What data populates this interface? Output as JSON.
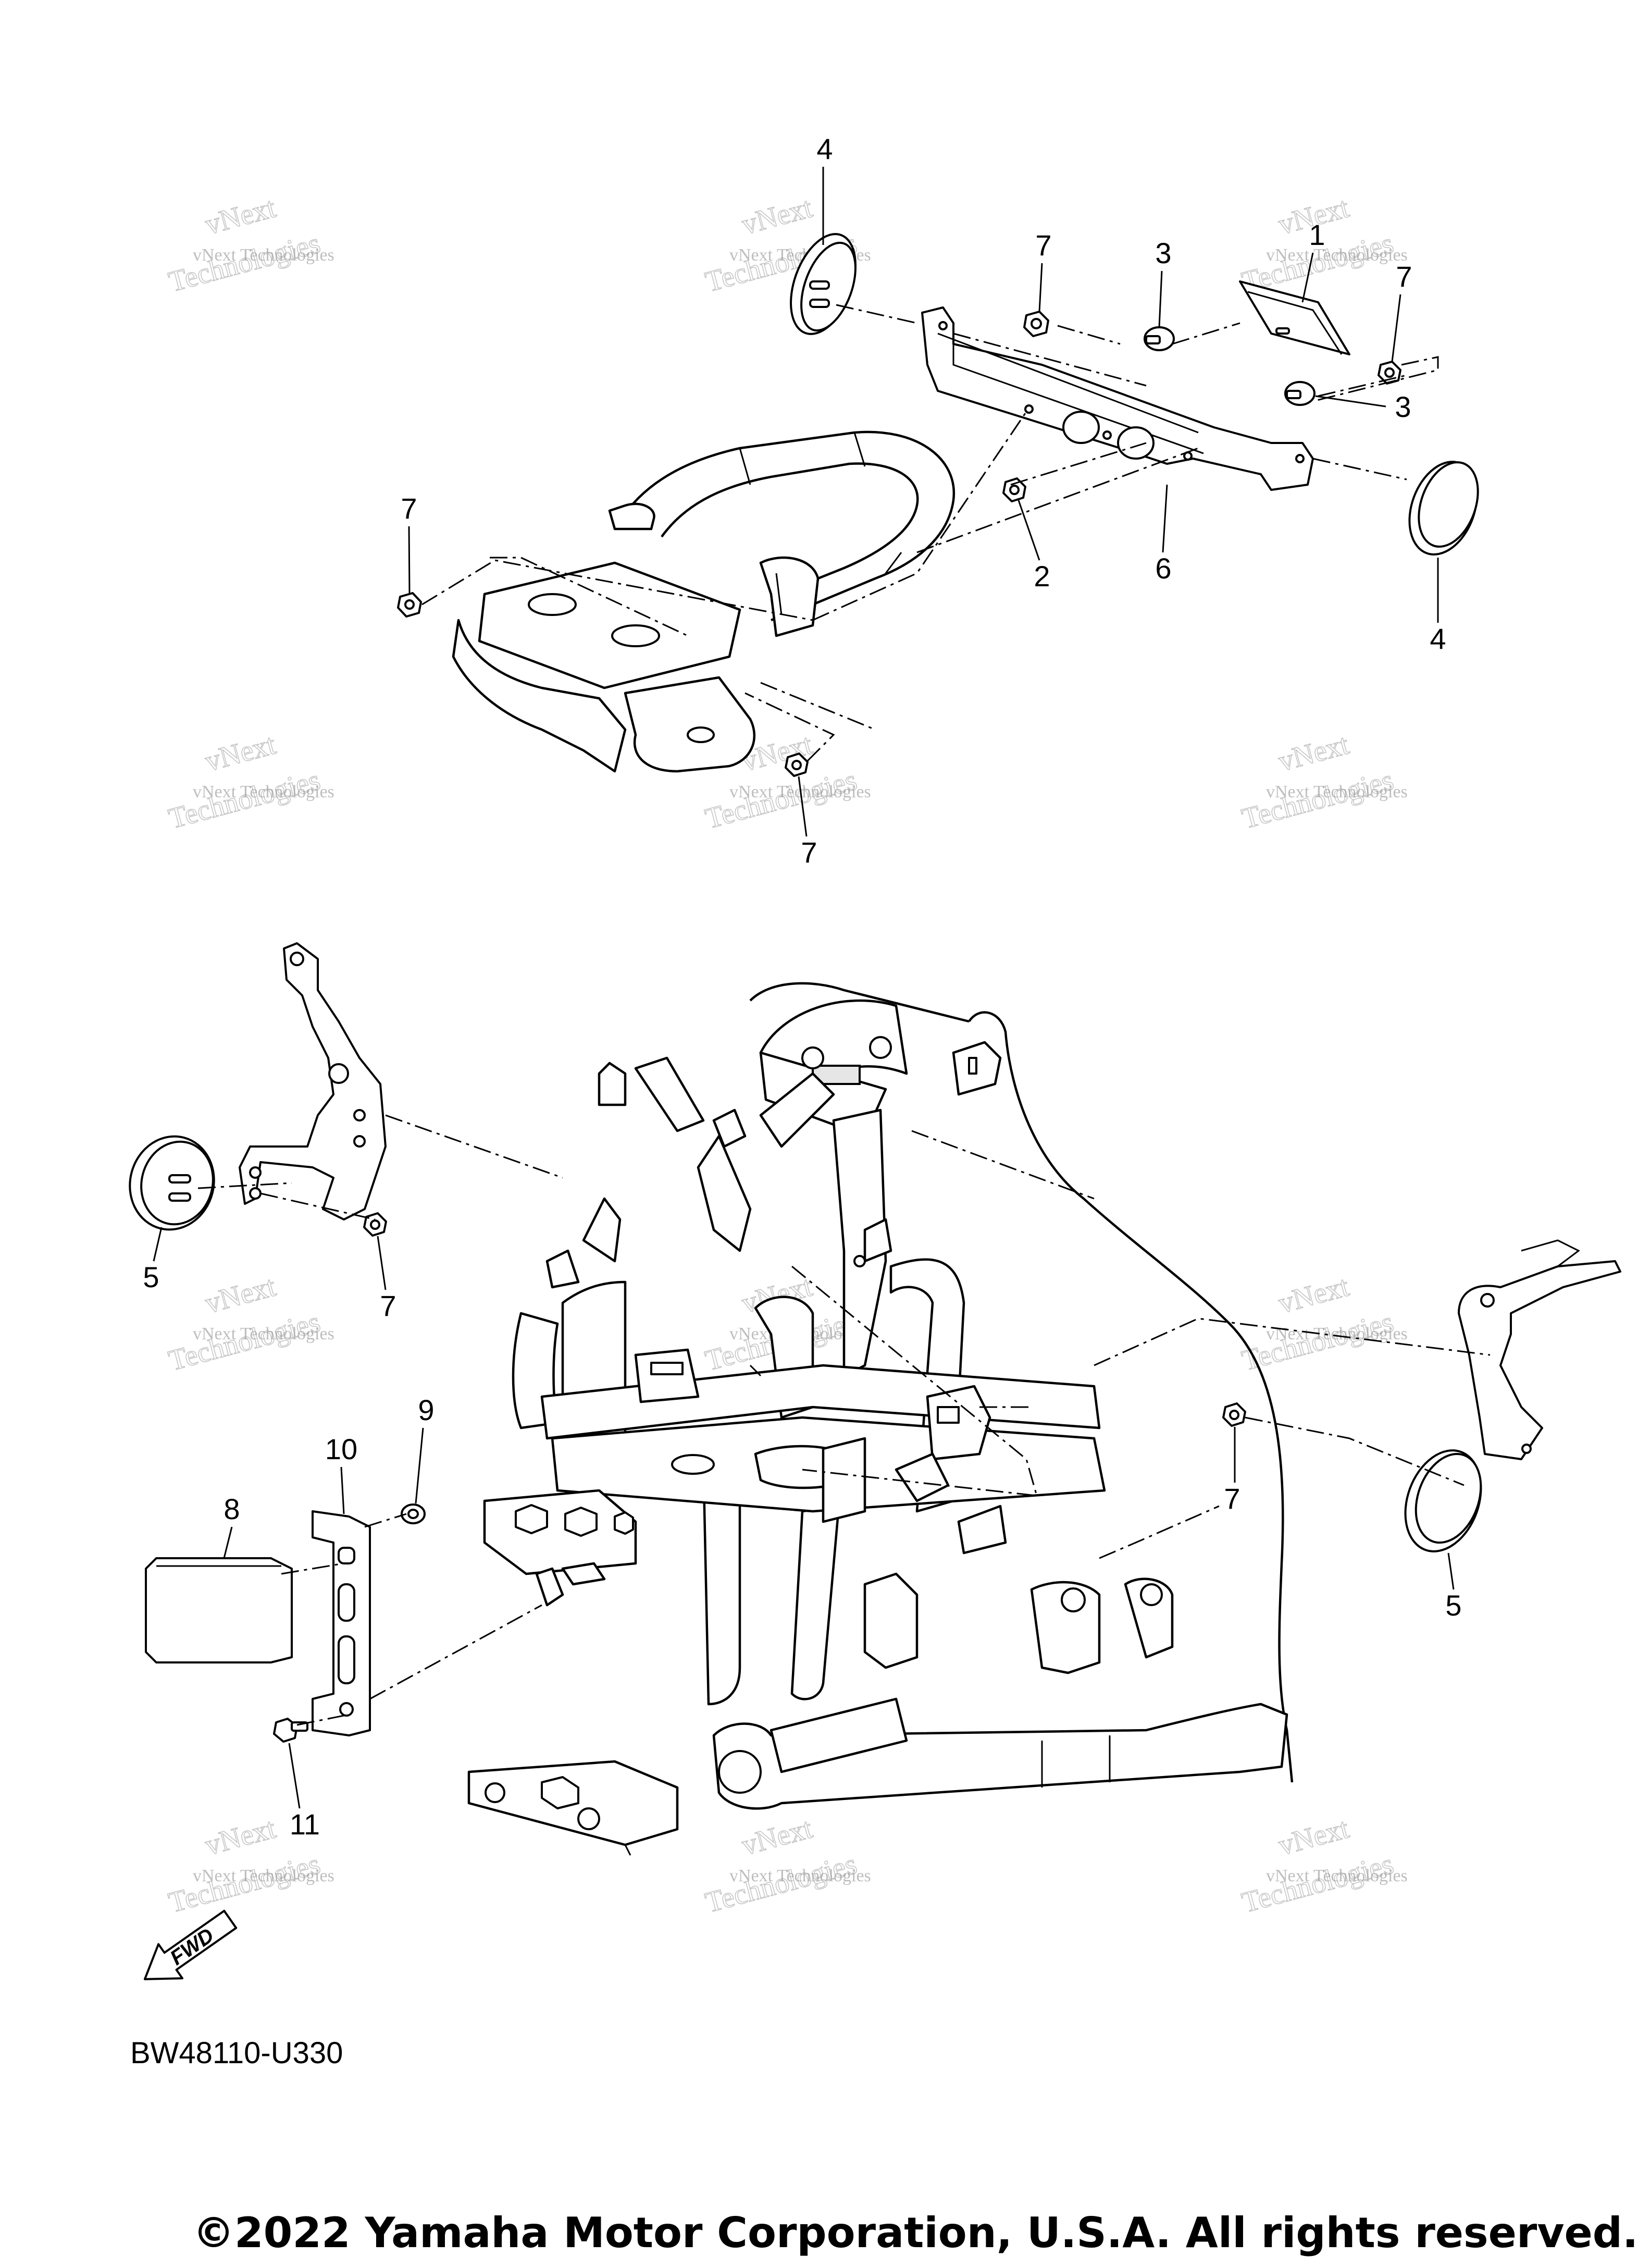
{
  "callouts": {
    "c4_top": "4",
    "c7_top_a": "7",
    "c3_top": "3",
    "c1_top": "1",
    "c7_top_b": "7",
    "c3_right": "3",
    "c7_left": "7",
    "c2": "2",
    "c6": "6",
    "c4_right": "4",
    "c7_mid": "7",
    "c5_left": "5",
    "c7_left_lower": "7",
    "c9": "9",
    "c10": "10",
    "c8": "8",
    "c7_right_lower": "7",
    "c5_right": "5",
    "c11": "11"
  },
  "watermark": {
    "line1": "vNext Technologies",
    "line2": "vNext",
    "line3": "Technologies"
  },
  "fwd_label": "FWD",
  "diagram_code": "BW48110-U330",
  "copyright": "©2022 Yamaha Motor Corporation, U.S.A. All rights reserved."
}
